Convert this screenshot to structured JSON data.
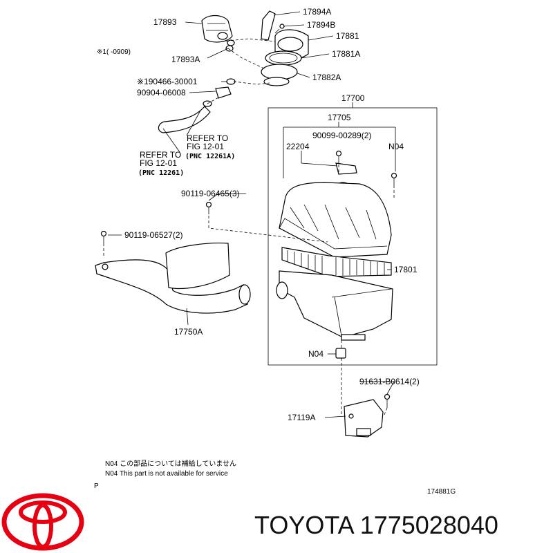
{
  "parts": {
    "p17893": "17893",
    "p17893A": "17893A",
    "p17894A": "17894A",
    "p17894B": "17894B",
    "p17881": "17881",
    "p17881A": "17881A",
    "p17882A": "17882A",
    "p90466": "※190466-30001",
    "p90904": "90904-06008",
    "p17700": "17700",
    "p17705": "17705",
    "p90099": "90099-00289(2)",
    "p22204": "22204",
    "pN04a": "N04",
    "p90119a": "90119-06465(3)",
    "p90119b": "90119-06527(2)",
    "p17801": "17801",
    "p17750A": "17750A",
    "pN04b": "N04",
    "p91631": "91631-B0614(2)",
    "p17119A": "17119A"
  },
  "notes": {
    "production_range": "※1(      -0909)",
    "refer1_line1": "REFER TO",
    "refer1_line2": "FIG 12-01",
    "refer1_line3": "(PNC 12261A)",
    "refer2_line1": "REFER TO",
    "refer2_line2": "FIG 12-01",
    "refer2_line3": "(PNC 12261)",
    "legend_jp": "N04  この部品については補給していません",
    "legend_en": "N04  This part is not available for service",
    "page_mark": "P",
    "diagram_code": "174881G"
  },
  "footer": {
    "brand_logo": "toyota-logo",
    "caption": "TOYOTA 1775028040"
  },
  "colors": {
    "line": "#000000",
    "logo_red": "#e60012",
    "background": "#ffffff"
  }
}
